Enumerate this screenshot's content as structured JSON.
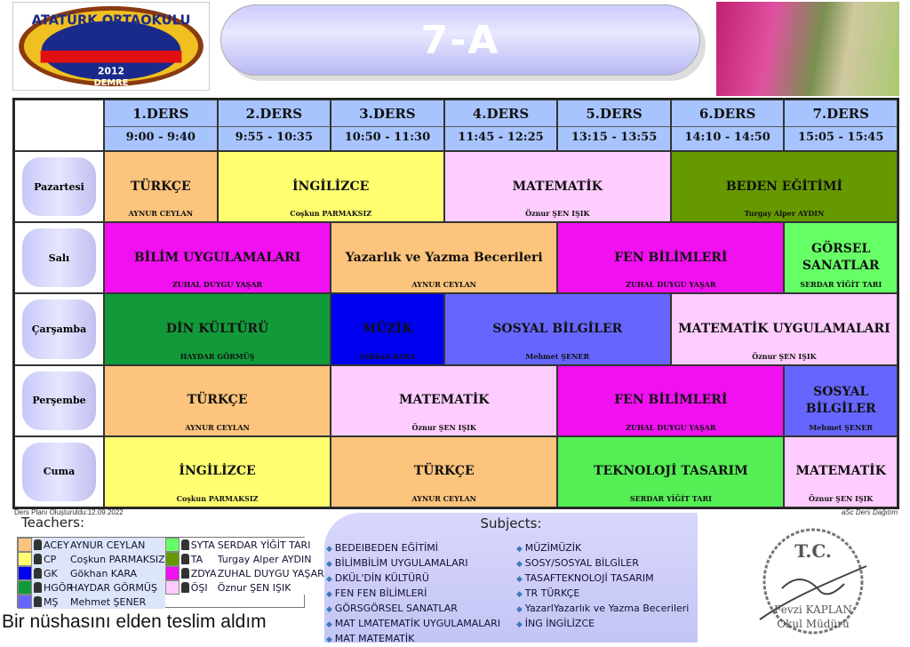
{
  "header": {
    "logo_text": "ATATÜRK ORTAOKULU 2012 DEMRE",
    "class_name": "7-A"
  },
  "periods": [
    {
      "label": "1.DERS",
      "time": "9:00 - 9:40"
    },
    {
      "label": "2.DERS",
      "time": "9:55 - 10:35"
    },
    {
      "label": "3.DERS",
      "time": "10:50 - 11:30"
    },
    {
      "label": "4.DERS",
      "time": "11:45 - 12:25"
    },
    {
      "label": "5.DERS",
      "time": "13:15 - 13:55"
    },
    {
      "label": "6.DERS",
      "time": "14:10 - 14:50"
    },
    {
      "label": "7.DERS",
      "time": "15:05 - 15:45"
    }
  ],
  "days": [
    "Pazartesi",
    "Salı",
    "Çarşamba",
    "Perşembe",
    "Cuma"
  ],
  "lessons": [
    [
      {
        "subject": "TÜRKÇE",
        "teacher": "AYNUR CEYLAN",
        "span": 1,
        "color": "#fcc47c"
      },
      {
        "subject": "İNGİLİZCE",
        "teacher": "Coşkun PARMAKSIZ",
        "span": 2,
        "color": "#ffff70"
      },
      {
        "subject": "MATEMATİK",
        "teacher": "Öznur ŞEN IŞIK",
        "span": 2,
        "color": "#ffccff"
      },
      {
        "subject": "BEDEN EĞİTİMİ",
        "teacher": "Turgay Alper AYDIN",
        "span": 2,
        "color": "#669900"
      }
    ],
    [
      {
        "subject": "BİLİM UYGULAMALARI",
        "teacher": "ZUHAL DUYGU YAŞAR",
        "span": 2,
        "color": "#f010f0"
      },
      {
        "subject": "Yazarlık ve Yazma Becerileri",
        "teacher": "AYNUR CEYLAN",
        "span": 2,
        "color": "#fcc47c"
      },
      {
        "subject": "FEN BİLİMLERİ",
        "teacher": "ZUHAL DUYGU YAŞAR",
        "span": 2,
        "color": "#f010f0"
      },
      {
        "subject": "GÖRSEL SANATLAR",
        "teacher": "SERDAR YİĞİT TARI",
        "span": 1,
        "color": "#66ff66"
      }
    ],
    [
      {
        "subject": "DİN KÜLTÜRÜ",
        "teacher": "HAYDAR GÖRMÜŞ",
        "span": 2,
        "color": "#129a3a"
      },
      {
        "subject": "MÜZİK",
        "teacher": "Gökhan KARA",
        "span": 1,
        "color": "#0000f0"
      },
      {
        "subject": "SOSYAL BİLGİLER",
        "teacher": "Mehmet ŞENER",
        "span": 2,
        "color": "#6666ff"
      },
      {
        "subject": "MATEMATİK UYGULAMALARI",
        "teacher": "Öznur ŞEN IŞIK",
        "span": 2,
        "color": "#ffccff"
      }
    ],
    [
      {
        "subject": "TÜRKÇE",
        "teacher": "AYNUR CEYLAN",
        "span": 2,
        "color": "#fcc47c"
      },
      {
        "subject": "MATEMATİK",
        "teacher": "Öznur ŞEN IŞIK",
        "span": 2,
        "color": "#ffccff"
      },
      {
        "subject": "FEN BİLİMLERİ",
        "teacher": "ZUHAL DUYGU YAŞAR",
        "span": 2,
        "color": "#f010f0"
      },
      {
        "subject": "SOSYAL BİLGİLER",
        "teacher": "Mehmet ŞENER",
        "span": 1,
        "color": "#6666ff"
      }
    ],
    [
      {
        "subject": "İNGİLİZCE",
        "teacher": "Coşkun PARMAKSIZ",
        "span": 2,
        "color": "#ffff70"
      },
      {
        "subject": "TÜRKÇE",
        "teacher": "AYNUR CEYLAN",
        "span": 2,
        "color": "#fcc47c"
      },
      {
        "subject": "TEKNOLOJİ TASARIM",
        "teacher": "SERDAR YİĞİT TARI",
        "span": 2,
        "color": "#55ee55"
      },
      {
        "subject": "MATEMATİK",
        "teacher": "Öznur ŞEN IŞIK",
        "span": 1,
        "color": "#ffccff"
      }
    ]
  ],
  "footer": {
    "created": "Ders Planı Oluşturuldu:12.09.2022",
    "software": "aSc Ders Dağıtım",
    "teachers_title": "Teachers:",
    "subjects_title": "Subjects:",
    "receipt": "Bir nüshasını elden teslim aldım",
    "stamp_text": "T.C. Fevzi KAPLAN Okul Müdürü"
  },
  "teachers": [
    {
      "code": "ACEY",
      "name": "AYNUR CEYLAN",
      "color": "#fcc47c"
    },
    {
      "code": "SYTA",
      "name": "SERDAR YİĞİT TARI",
      "color": "#66ff66"
    },
    {
      "code": "CP",
      "name": "Coşkun PARMAKSIZ",
      "color": "#ffff70"
    },
    {
      "code": "TA",
      "name": "Turgay Alper AYDIN",
      "color": "#669900"
    },
    {
      "code": "GK",
      "name": "Gökhan KARA",
      "color": "#0000f0"
    },
    {
      "code": "ZDYA",
      "name": "ZUHAL DUYGU YAŞAR",
      "color": "#f010f0"
    },
    {
      "code": "HGÖR",
      "name": "HAYDAR GÖRMÜŞ",
      "color": "#129a3a"
    },
    {
      "code": "ÖŞI",
      "name": "Öznur ŞEN IŞIK",
      "color": "#ffccff"
    },
    {
      "code": "MŞ",
      "name": "Mehmet ŞENER",
      "color": "#6666ff"
    }
  ],
  "subjects_left": [
    "BEDEIBEDEN EĞİTİMİ",
    "BİLİMBİLİM UYGULAMALARI",
    "DKÜL'DİN KÜLTÜRÜ",
    "FEN   FEN BİLİMLERİ",
    "GÖRSGÖRSEL SANATLAR",
    "MAT LMATEMATİK UYGULAMALARI",
    "MAT   MATEMATİK"
  ],
  "subjects_right": [
    "MÜZİMÜZİK",
    "SOSY/SOSYAL BİLGİLER",
    "TASAFTEKNOLOJİ TASARIM",
    "TR    TÜRKÇE",
    "YazarlYazarlık ve Yazma Becerileri",
    "İNG   İNGİLİZCE"
  ]
}
